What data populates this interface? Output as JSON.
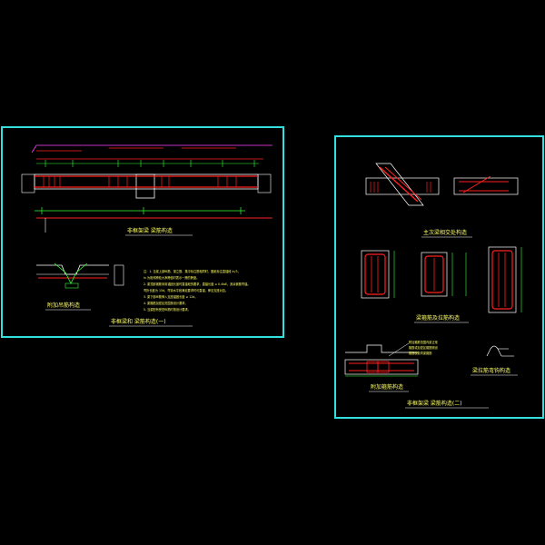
{
  "colors": {
    "background": "#000000",
    "frame": "#33e0e0",
    "concrete": "#ffffff",
    "rebar": "#ff2020",
    "dimension": "#33ff33",
    "text": "#ffff66",
    "magenta": "#ff40ff"
  },
  "sheet_left": {
    "main_title": "非框梁和 梁筋构造(一)",
    "beam_elevation_title": "非框架梁 梁筋构造",
    "hanger_detail_title": "附加吊筋构造",
    "notes": [
      "注：1. 当梁上部纵筋、架立筋、集中标注筋相同时，图纸标注直锚段 ln/3，",
      "   ln 为相邻跨较大净跨值时表示一跨的跨度。",
      "2. 梁顶部钢筋采用锚固长度时直锚段的要求，直锚长度 ≥ 0.4laE，其余钢筋弯锚。",
      "   弯折长度为 15d，弯钩水平段满足要求时可直锚，伸至支座对边。",
      "3. 梁下部纵筋伸入支座锚固长度 ≥ 12d。",
      "4. 梁箍筋加密区范围按设计要求。",
      "5. 当梁配有受扭纵筋时按设计要求。"
    ]
  },
  "sheet_right": {
    "main_title": "非框架梁 梁筋构造(二)",
    "detail1_title": "主次梁相交处构造",
    "detail2_title": "梁箍筋及拉筋构造",
    "detail3_title": "附加箍筋构造",
    "detail4_title": "梁拉筋弯钩构造",
    "callouts": [
      "附加箍筋范围内梁正常",
      "箍筋或加密区箍筋照设",
      "箍筋肢数同梁箍筋"
    ]
  }
}
